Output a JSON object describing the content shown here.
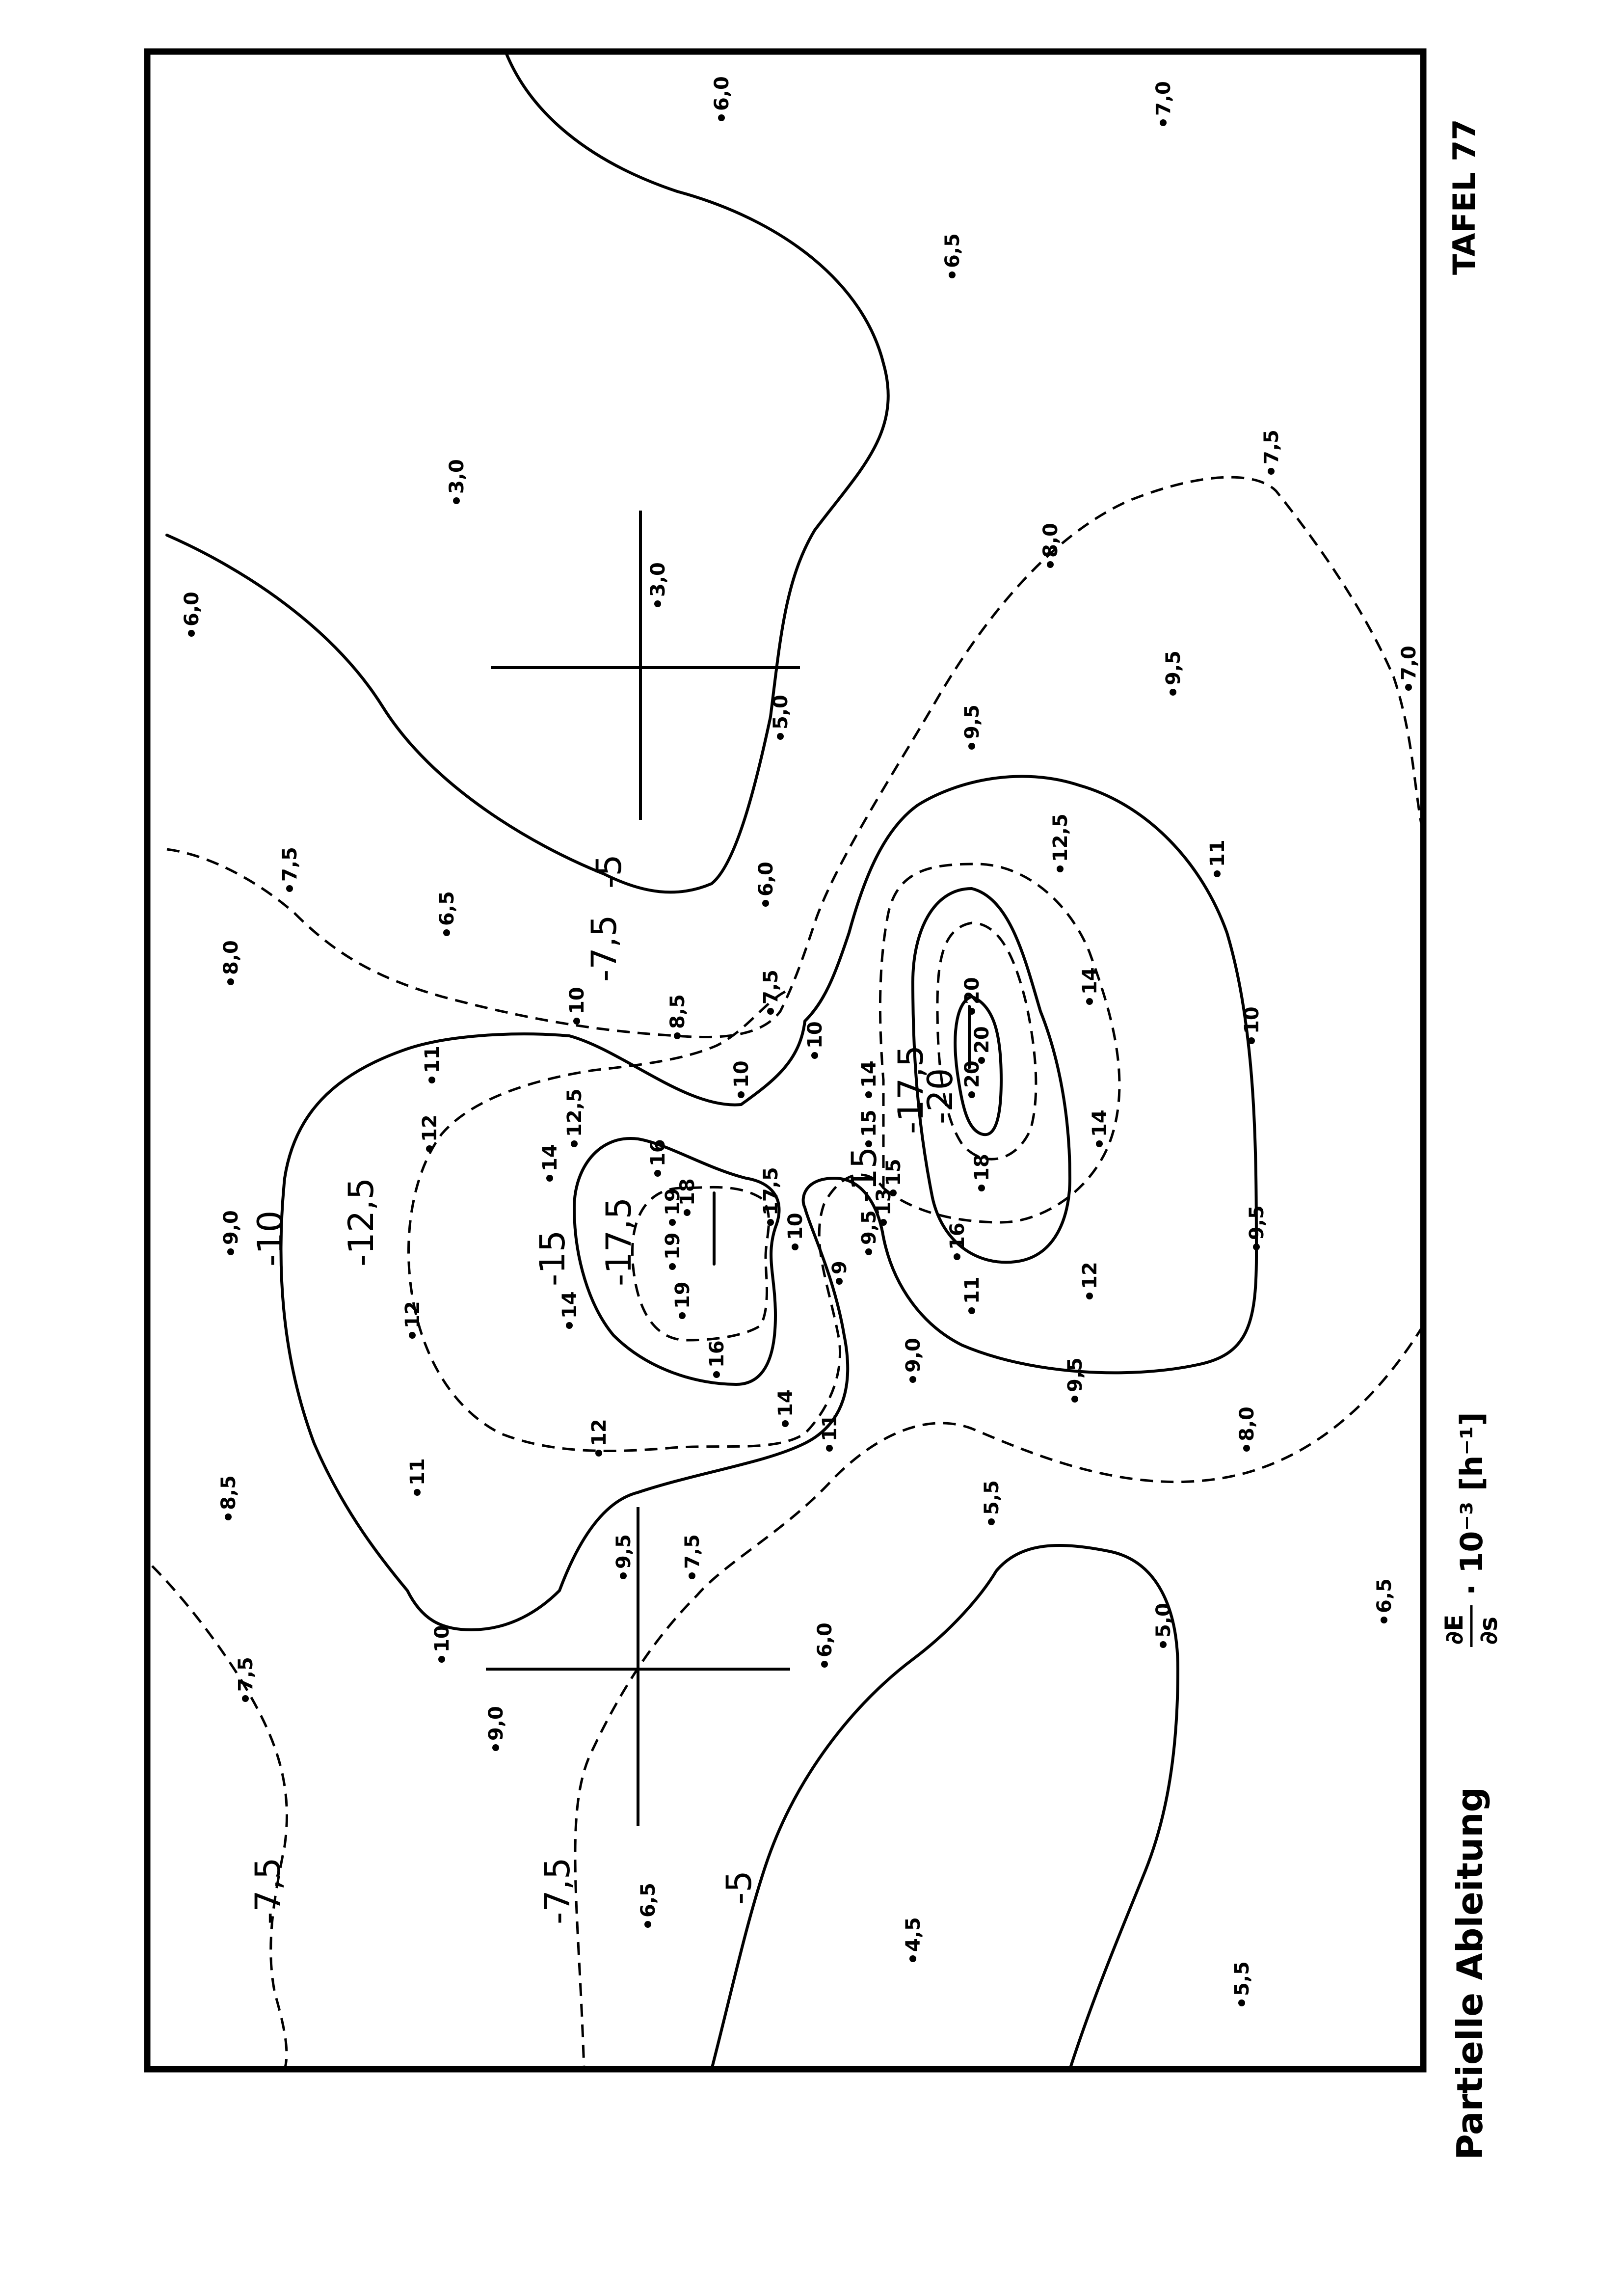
{
  "plate_title": "TAFEL  77",
  "caption": {
    "prefix": "Partielle Ableitung",
    "fraction_numerator": "∂E",
    "fraction_denominator": "∂s",
    "suffix": "· 10⁻³ [h⁻¹]"
  },
  "contour_labels": [
    "-5",
    "-7,5",
    "-10",
    "-12,5",
    "-15",
    "-17,5",
    "-20",
    "-15",
    "-17,5",
    "-7,5",
    "-7,5",
    "-5"
  ],
  "station_values": [
    "6,0",
    "7,0",
    "6,5",
    "7,5",
    "8,0",
    "3,0",
    "3,0",
    "6,0",
    "5,0",
    "9,5",
    "7,0",
    "9,5",
    "12,5",
    "11",
    "7,5",
    "6,5",
    "6,0",
    "8,0",
    "10",
    "7,5",
    "8,5",
    "11",
    "10",
    "10",
    "14",
    "20",
    "20",
    "10",
    "14",
    "12,5",
    "15",
    "18",
    "14",
    "12",
    "14",
    "16",
    "19",
    "19",
    "18",
    "17,5",
    "15",
    "13",
    "9,5",
    "10",
    "16",
    "9,5",
    "11",
    "12",
    "9,0",
    "12",
    "14",
    "19",
    "16",
    "9,0",
    "9,5",
    "8,0",
    "11",
    "14",
    "12",
    "11",
    "5,5",
    "8,5",
    "9,5",
    "7,5",
    "10",
    "6,0",
    "5,0",
    "6,5",
    "7,5",
    "9,0",
    "6,5",
    "4,5",
    "5,5",
    "9",
    "20"
  ]
}
